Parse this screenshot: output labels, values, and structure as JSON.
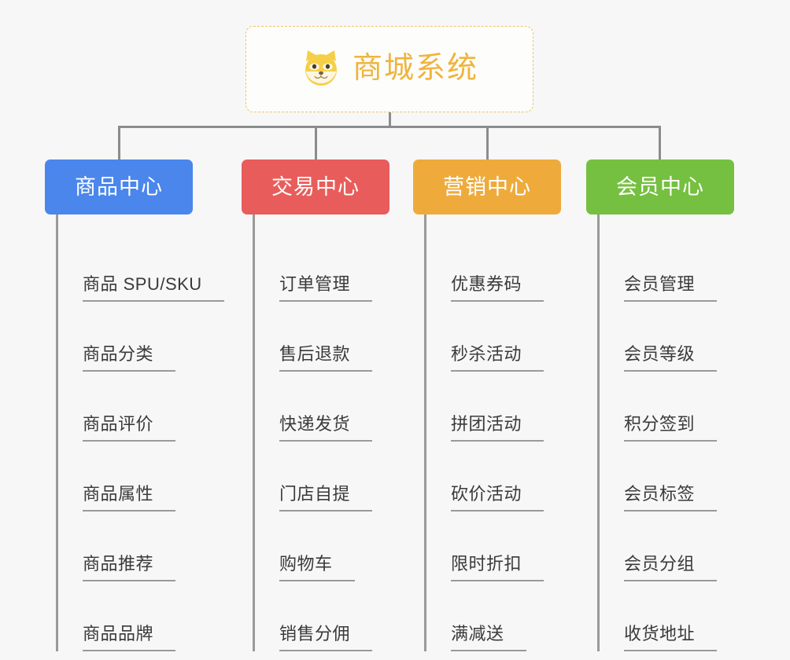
{
  "page": {
    "type": "organization-chart",
    "background_color": "#f7f7f7"
  },
  "root": {
    "title": "商城系统",
    "icon": "shiba-dog-face-emoji",
    "text_color": "#f0b43c",
    "border_color": "#f0c268",
    "border_style": "dashed"
  },
  "connector_color": "#8c8c8c",
  "columns": [
    {
      "id": "product-center",
      "label": "商品中心",
      "color": "#4a86ec",
      "items": [
        "商品 SPU/SKU",
        "商品分类",
        "商品评价",
        "商品属性",
        "商品推荐",
        "商品品牌"
      ]
    },
    {
      "id": "trade-center",
      "label": "交易中心",
      "color": "#e85d5b",
      "items": [
        "订单管理",
        "售后退款",
        "快递发货",
        "门店自提",
        "购物车",
        "销售分佣"
      ]
    },
    {
      "id": "marketing-center",
      "label": "营销中心",
      "color": "#eeab3c",
      "items": [
        "优惠券码",
        "秒杀活动",
        "拼团活动",
        "砍价活动",
        "限时折扣",
        "满减送"
      ]
    },
    {
      "id": "member-center",
      "label": "会员中心",
      "color": "#75c040",
      "items": [
        "会员管理",
        "会员等级",
        "积分签到",
        "会员标签",
        "会员分组",
        "收货地址"
      ]
    }
  ]
}
